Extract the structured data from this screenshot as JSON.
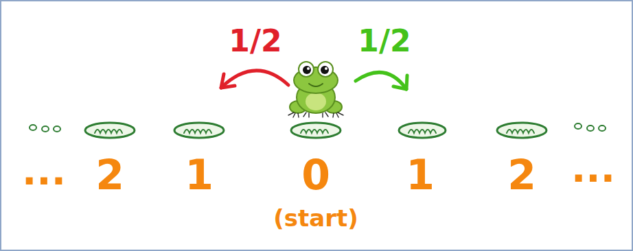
{
  "diagram": {
    "labels": [
      "1/2",
      "1/2",
      "...",
      "2",
      "1",
      "0",
      "1",
      "2",
      "...",
      "(start)"
    ]
  }
}
